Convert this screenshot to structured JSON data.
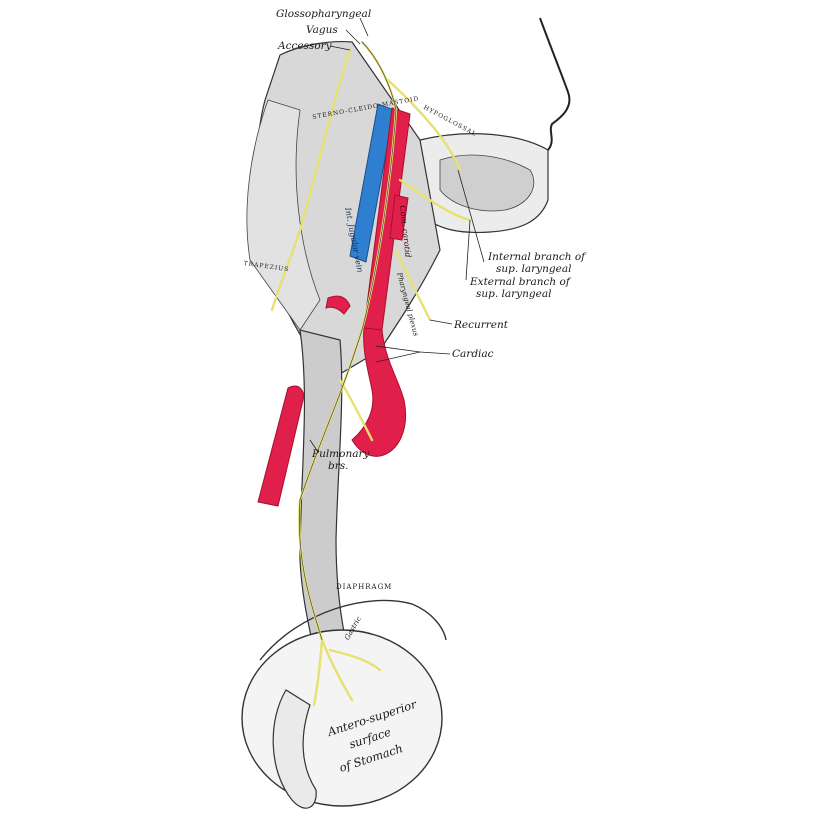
{
  "labels": {
    "glossopharyngeal": "Glossopharyngeal",
    "vagus": "Vagus",
    "accessory": "Accessory",
    "internal_branch_line1": "Internal branch of",
    "internal_branch_line2": "sup. laryngeal",
    "external_branch_line1": "External branch of",
    "external_branch_line2": "sup. laryngeal",
    "recurrent": "Recurrent",
    "cardiac": "Cardiac",
    "pulmonary_line1": "Pulmonary",
    "pulmonary_line2": "brs.",
    "diaphragm": "DIAPHRAGM",
    "stomach_line1": "Antero-superior",
    "stomach_line2": "surface",
    "stomach_line3": "of Stomach",
    "int_jugular_vein": "Int. Jugular vein",
    "common_carotid": "Com. carotid",
    "sternocleido": "STERNO-CLEIDO-MASTOID",
    "trapezius": "TRAPEZIUS",
    "hypoglossal": "HYPOGLOSSAL",
    "pharyngeal_plexus": "Pharyngeal plexus",
    "gastric": "Gastric"
  },
  "colors": {
    "artery": "#e0204a",
    "artery_dark": "#a8102e",
    "vein": "#2f7fd0",
    "nerve": "#e8e070",
    "line": "#2a2a2a",
    "muscle_fill": "#dcdcdc"
  }
}
